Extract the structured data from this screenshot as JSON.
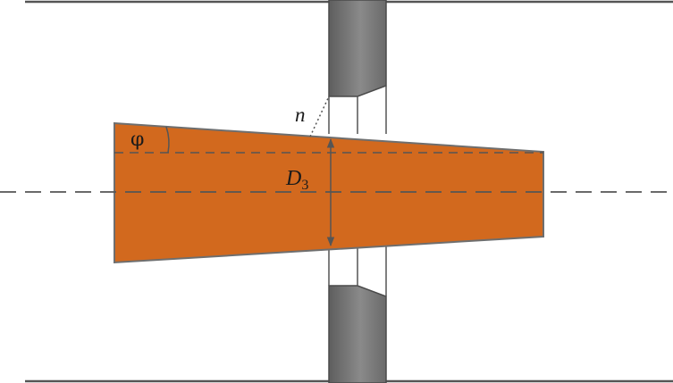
{
  "labels": {
    "phi": "φ",
    "n": "n",
    "d_main": "D",
    "d_sub": "3"
  },
  "colors": {
    "tapered_body": "#d2691e",
    "body_outline": "#6e6e6e",
    "wall_lines": "#555555",
    "centerline": "#555555",
    "roller_light": "#8e8e8e",
    "roller_dark": "#5a5a5a"
  }
}
